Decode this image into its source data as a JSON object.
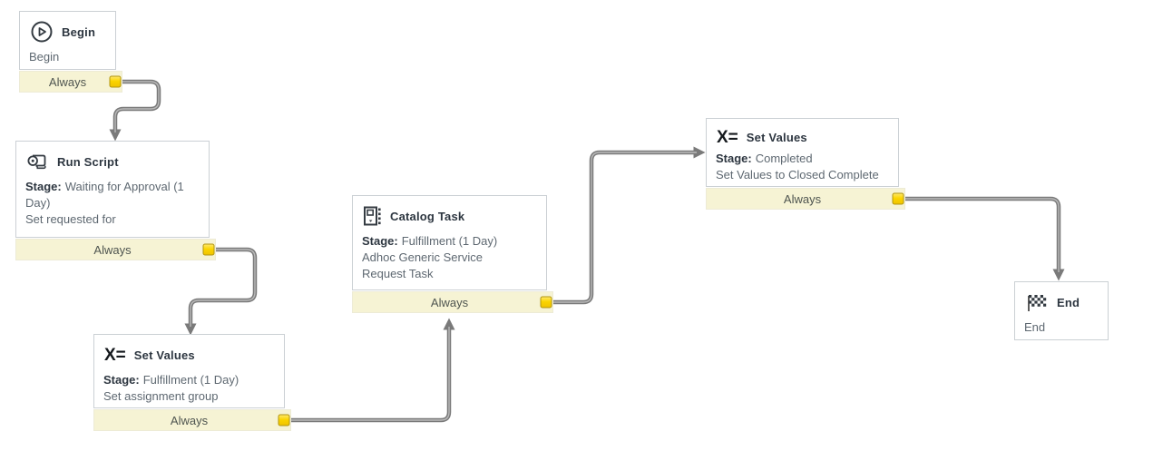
{
  "diagram": {
    "type": "workflow-canvas",
    "transition_label": "Always"
  },
  "colors": {
    "node_border": "#cbd0d4",
    "title_text": "#2d3640",
    "body_text": "#5e6871",
    "transition_band": "#f6f3d4",
    "port_yellow_fill": "#fbd400",
    "port_yellow_border": "#b1960f",
    "wire_gray": "#7a7a7a"
  },
  "nodes": [
    {
      "id": "begin",
      "title": "Begin",
      "icon": "play-icon",
      "description": "Begin",
      "transition": "Always"
    },
    {
      "id": "run_script",
      "title": "Run Script",
      "icon": "script-scroll-icon",
      "stage_label": "Stage:",
      "stage_value": "Waiting for Approval (1\nDay)",
      "description": "Set requested for",
      "transition": "Always"
    },
    {
      "id": "set_values_fulfillment",
      "title": "Set Values",
      "icon": "x-equals-icon",
      "icon_glyph": "X=",
      "stage_label": "Stage:",
      "stage_value": "Fulfillment (1 Day)",
      "description": "Set assignment group",
      "transition": "Always"
    },
    {
      "id": "catalog_task",
      "title": "Catalog Task",
      "icon": "catalog-book-icon",
      "stage_label": "Stage:",
      "stage_value": "Fulfillment (1 Day)",
      "description": "Adhoc Generic Service\nRequest Task",
      "transition": "Always"
    },
    {
      "id": "set_values_completed",
      "title": "Set Values",
      "icon": "x-equals-icon",
      "icon_glyph": "X=",
      "stage_label": "Stage:",
      "stage_value": "Completed",
      "description": "Set Values to Closed Complete",
      "transition": "Always"
    },
    {
      "id": "end",
      "title": "End",
      "icon": "finish-flag-icon",
      "description": "End"
    }
  ],
  "connections": [
    {
      "from": "begin",
      "transition": "Always",
      "to": "run_script"
    },
    {
      "from": "run_script",
      "transition": "Always",
      "to": "set_values_fulfillment"
    },
    {
      "from": "set_values_fulfillment",
      "transition": "Always",
      "to": "catalog_task"
    },
    {
      "from": "catalog_task",
      "transition": "Always",
      "to": "set_values_completed"
    },
    {
      "from": "set_values_completed",
      "transition": "Always",
      "to": "end"
    }
  ]
}
